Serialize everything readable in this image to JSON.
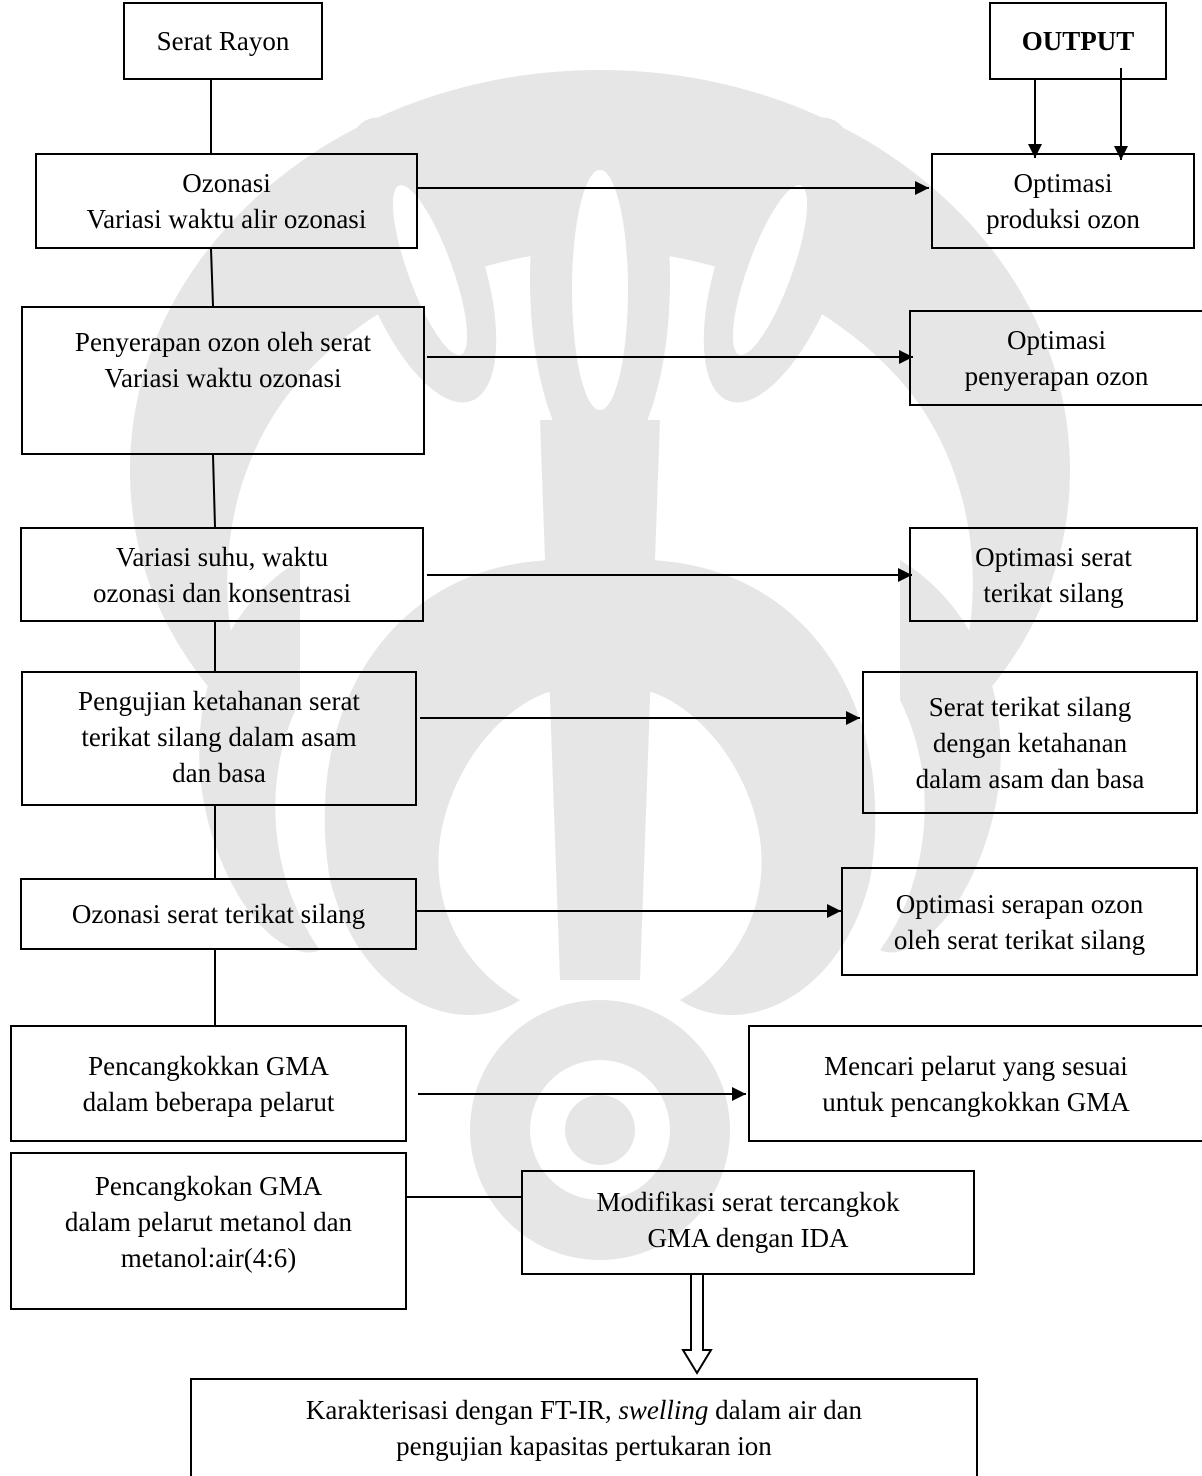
{
  "diagram": {
    "start": {
      "label": "Serat Rayon"
    },
    "output": {
      "label": "OUTPUT"
    },
    "steps": [
      {
        "lines": [
          "Ozonasi",
          "Variasi waktu alir ozonasi"
        ]
      },
      {
        "lines": [
          "Penyerapan ozon oleh serat",
          "Variasi waktu ozonasi"
        ]
      },
      {
        "lines": [
          "Variasi suhu, waktu",
          "ozonasi dan konsentrasi"
        ]
      },
      {
        "lines": [
          "Pengujian ketahanan serat",
          "terikat silang dalam asam",
          "dan basa"
        ]
      },
      {
        "lines": [
          "Ozonasi serat terikat silang"
        ]
      },
      {
        "lines": [
          "Pencangkokkan GMA",
          "dalam beberapa pelarut"
        ]
      },
      {
        "lines": [
          "Pencangkokan GMA",
          "dalam pelarut metanol dan",
          "metanol:air(4:6)"
        ]
      }
    ],
    "outputs": [
      {
        "lines": [
          "Optimasi",
          "produksi ozon"
        ]
      },
      {
        "lines": [
          "Optimasi",
          "penyerapan ozon"
        ]
      },
      {
        "lines": [
          "Optimasi serat",
          "terikat silang"
        ]
      },
      {
        "lines": [
          "Serat terikat silang",
          "dengan ketahanan",
          "dalam asam dan basa"
        ]
      },
      {
        "lines": [
          "Optimasi serapan ozon",
          "oleh serat terikat silang"
        ]
      },
      {
        "lines": [
          "Mencari pelarut yang sesuai",
          "untuk pencangkokkan GMA"
        ]
      }
    ],
    "modification": {
      "lines": [
        "Modifikasi serat tercangkok",
        "GMA dengan IDA"
      ]
    },
    "characterization": {
      "line1_before": "Karakterisasi dengan FT-IR, ",
      "line1_italic": "swelling",
      "line1_after": " dalam air dan",
      "line2": "pengujian kapasitas pertukaran ion"
    }
  },
  "colors": {
    "line": "#000000",
    "watermark": "#e4e4e4"
  }
}
